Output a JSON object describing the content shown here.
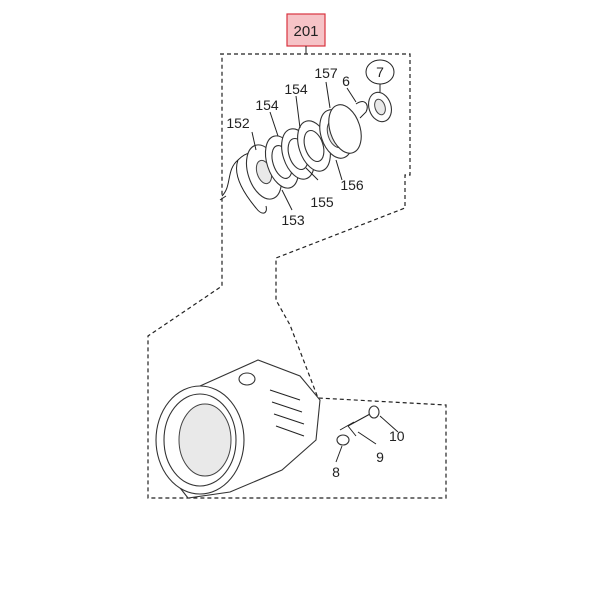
{
  "assembly": {
    "badge_label": "201",
    "badge_color": "#f6c3c7",
    "badge_border": "#d9343f"
  },
  "callouts": {
    "p152": "152",
    "p153": "153",
    "p154a": "154",
    "p154b": "154",
    "p155": "155",
    "p156": "156",
    "p157": "157",
    "p6": "6",
    "p7": "7",
    "p8": "8",
    "p9": "9",
    "p10": "10"
  }
}
